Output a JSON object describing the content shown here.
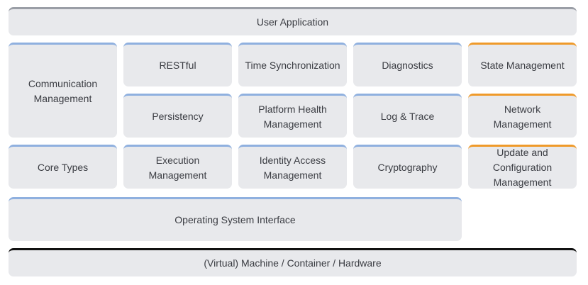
{
  "layers": {
    "user_application": "User Application",
    "communication_management": "Communication\nManagement",
    "restful": "RESTful",
    "time_synchronization": "Time Synchronization",
    "diagnostics": "Diagnostics",
    "state_management": "State Management",
    "persistency": "Persistency",
    "platform_health_management": "Platform Health\nManagement",
    "log_and_trace": "Log & Trace",
    "network_management": "Network\nManagement",
    "core_types": "Core Types",
    "execution_management": "Execution\nManagement",
    "identity_access_management": "Identity Access\nManagement",
    "cryptography": "Cryptography",
    "update_and_configuration_management": "Update and\nConfiguration\nManagement",
    "operating_system_interface": "Operating System Interface",
    "hardware": "(Virtual) Machine / Container / Hardware"
  },
  "colors": {
    "box_fill": "#e8e9ec",
    "accent_blue": "#8fb0df",
    "accent_orange": "#ef9a2a",
    "accent_gray": "#9a9ea6",
    "accent_black": "#111111",
    "text": "#3a3c42"
  }
}
